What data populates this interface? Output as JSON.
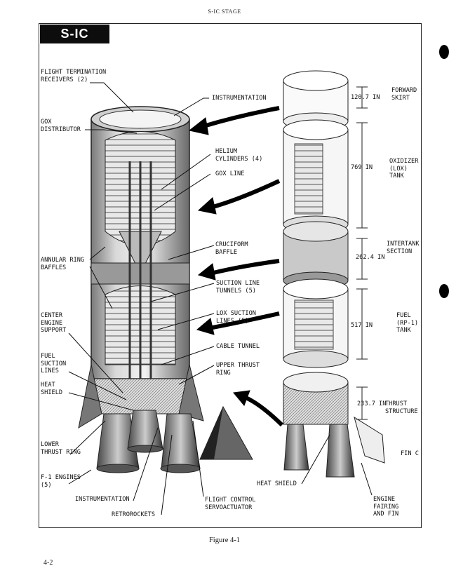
{
  "page": {
    "running_header": "S-IC STAGE",
    "title": "S-IC STAGE",
    "caption": "Figure 4-1",
    "page_number": "4-2"
  },
  "labels_left": {
    "flight_termination": "FLIGHT TERMINATION\nRECEIVERS (2)",
    "gox_distributor": "GOX\nDISTRIBUTOR",
    "annular_ring": "ANNULAR RING\nBAFFLES",
    "center_engine": "CENTER\nENGINE\nSUPPORT",
    "fuel_suction": "FUEL\nSUCTION\nLINES",
    "heat_shield": "HEAT\nSHIELD",
    "lower_thrust": "LOWER\nTHRUST RING",
    "f1_engines": "F-1 ENGINES\n(5)",
    "instrumentation_bottom": "INSTRUMENTATION",
    "retrorockets": "RETROROCKETS"
  },
  "labels_center": {
    "instrumentation_top": "INSTRUMENTATION",
    "helium_cylinders": "HELIUM\nCYLINDERS (4)",
    "gox_line": "GOX LINE",
    "cruciform": "CRUCIFORM\nBAFFLE",
    "suction_tunnels": "SUCTION LINE\nTUNNELS (5)",
    "lox_suction": "LOX SUCTION\nLINES (5)",
    "cable_tunnel": "CABLE TUNNEL",
    "upper_thrust": "UPPER THRUST\nRING",
    "flight_control": "FLIGHT CONTROL\nSERVOACTUATOR",
    "heat_shield_right": "HEAT SHIELD"
  },
  "labels_right": {
    "forward_skirt": "FORWARD\nSKIRT",
    "oxidizer_tank": "OXIDIZER\n(LOX)\nTANK",
    "intertank": "INTERTANK\nSECTION",
    "fuel_tank": "FUEL\n(RP-1)\nTANK",
    "thrust_structure": "THRUST\nSTRUCTURE",
    "fin_c": "FIN C",
    "engine_fairing": "ENGINE\nFAIRING\nAND FIN"
  },
  "dimensions": {
    "forward_skirt": "120.7 IN",
    "oxidizer_tank": "769 IN",
    "intertank": "262.4 IN",
    "fuel_tank": "517 IN",
    "thrust_structure": "233.7 IN"
  }
}
